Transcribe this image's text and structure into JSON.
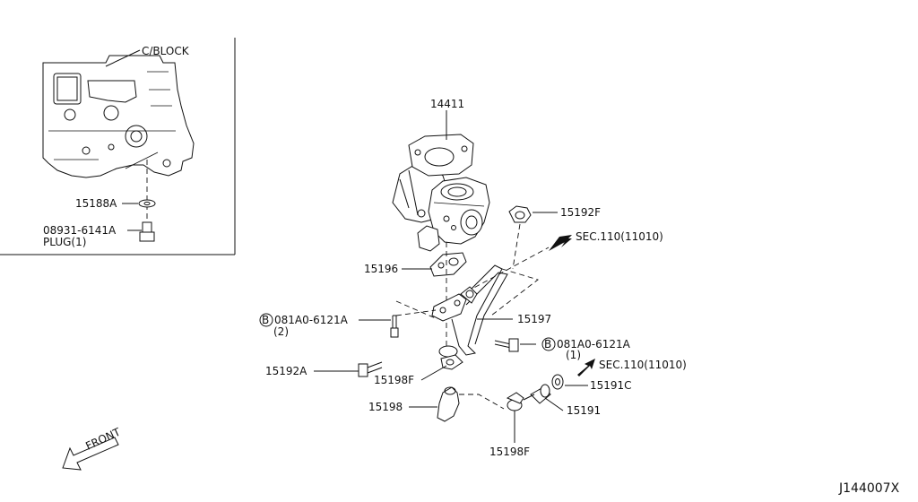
{
  "diagram_code": "J144007X",
  "front_label": "FRONT",
  "inset": {
    "block_label": "C/BLOCK",
    "washer_label": "15188A",
    "plug_part": "08931-6141A",
    "plug_label": "PLUG(1)"
  },
  "labels": {
    "turbo": "14411",
    "gasket_f": "15192F",
    "sec_top": "SEC.110(11010)",
    "gasket": "15196",
    "bolt_b2_part": "081A0-6121A",
    "bolt_b2_qty": "(2)",
    "tube": "15197",
    "bolt_b1_part": "081A0-6121A",
    "bolt_b1_qty": "(1)",
    "eye_bolt": "15192A",
    "sec_bottom": "SEC.110(11010)",
    "clamp_upper": "15198F",
    "washer_c": "15191C",
    "hose": "15198",
    "connector": "15191",
    "clamp_lower": "15198F",
    "circle_b": "B"
  }
}
